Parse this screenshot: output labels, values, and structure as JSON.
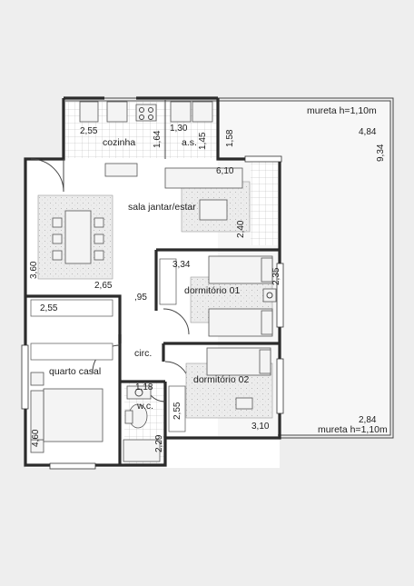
{
  "rooms": {
    "cozinha": "cozinha",
    "as": "a.s.",
    "sala": "sala jantar/estar",
    "dormitorio1": "dormitório 01",
    "dormitorio2": "dormitório 02",
    "quarto_casal": "quarto casal",
    "wc": "w.c.",
    "circ": "circ."
  },
  "annotations": {
    "mureta_top": "mureta h=1,10m",
    "mureta_bottom": "mureta h=1,10m"
  },
  "dimensions": {
    "cozinha_w": "2,55",
    "cozinha_h": "1,64",
    "as_w": "1,30",
    "as_h": "1,45",
    "d158": "1,58",
    "sala_w": "6,10",
    "d240": "2,40",
    "d360": "3,60",
    "d265": "2,65",
    "d334": "3,34",
    "d235": "2,35",
    "d95": ",95",
    "d255b": "2,55",
    "d118": "1,18",
    "d255c": "2,55",
    "d310": "3,10",
    "d460": "4,60",
    "d229": "2,29",
    "d484": "4,84",
    "d934": "9,34",
    "d284": "2,84"
  },
  "colors": {
    "wall": "#2b2b2b",
    "background": "#eeeeee",
    "floor": "#ffffff"
  }
}
